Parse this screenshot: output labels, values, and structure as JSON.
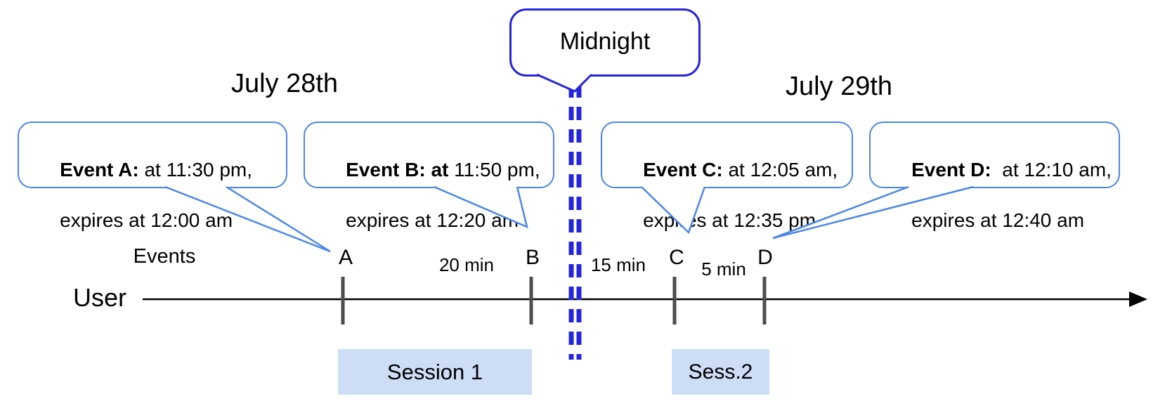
{
  "dates": {
    "left": "July 28th",
    "right": "July 29th"
  },
  "midnight": {
    "label": "Midnight"
  },
  "axis": {
    "row_label": "Events",
    "user_label": "User"
  },
  "events": [
    {
      "tick": "A",
      "bold": "Event A:",
      "line1": " at 11:30 pm,",
      "line2": "expires at 12:00 am"
    },
    {
      "tick": "B",
      "bold": "Event B: at",
      "line1": " 11:50 pm,",
      "line2": "expires at 12:20 am"
    },
    {
      "tick": "C",
      "bold": "Event C:",
      "line1": " at 12:05 am,",
      "line2": "expires at 12:35 pm"
    },
    {
      "tick": "D",
      "bold": "Event D:",
      "line1": "  at 12:10 am,",
      "line2": "expires at 12:40 am"
    }
  ],
  "intervals": [
    {
      "label": "20 min"
    },
    {
      "label": "15 min"
    },
    {
      "label": "5 min"
    }
  ],
  "sessions": [
    {
      "label": "Session 1"
    },
    {
      "label": "Sess.2"
    }
  ],
  "colors": {
    "event_bubble_border": "#4a86e8",
    "midnight_blue": "#2525dc",
    "session_fill": "#cdddf5",
    "tick_gray": "#4d4d4d",
    "text": "#000000"
  }
}
